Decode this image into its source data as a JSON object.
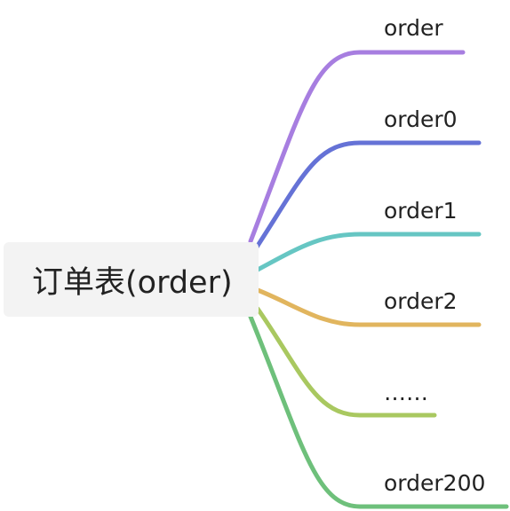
{
  "mindmap": {
    "root": {
      "label": "订单表(order)"
    },
    "branches": [
      {
        "label": "order",
        "color": "#a77ee0"
      },
      {
        "label": "order0",
        "color": "#6572d6"
      },
      {
        "label": "order1",
        "color": "#66c6c3"
      },
      {
        "label": "order2",
        "color": "#e1b55e"
      },
      {
        "label": "……",
        "color": "#a9c860"
      },
      {
        "label": "order200",
        "color": "#6ec07b"
      }
    ]
  }
}
